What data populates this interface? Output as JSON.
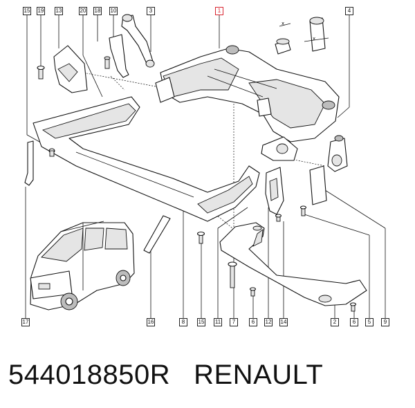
{
  "callouts": {
    "c15_top": "15",
    "c19": "19",
    "c13": "13",
    "c20": "20",
    "c18": "18",
    "c10": "10",
    "c3": "3",
    "c1": "1",
    "c4": "4",
    "c17": "17",
    "c16": "16",
    "c8": "8",
    "c15_bot": "15",
    "c11": "11",
    "c7": "7",
    "c6_a": "6",
    "c12": "12",
    "c14": "14",
    "c2": "2",
    "c6_b": "6",
    "c5": "5",
    "c9": "9"
  },
  "caption": {
    "part_number": "544018850R",
    "brand": "RENAULT"
  },
  "colors": {
    "highlight": "#d9232e",
    "line": "#111111"
  }
}
